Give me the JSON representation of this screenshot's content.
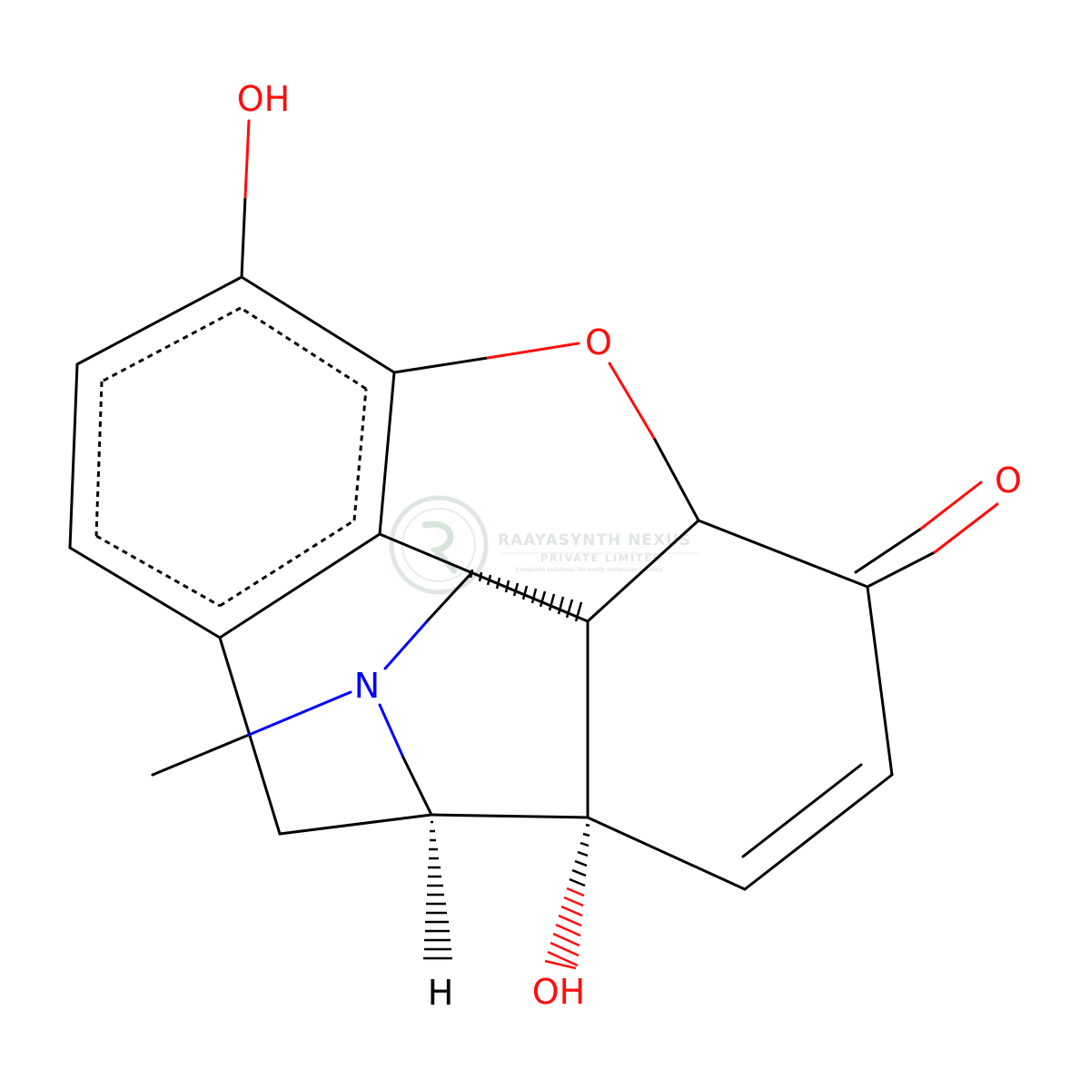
{
  "molecule": {
    "atom_labels": {
      "oh_top": "OH",
      "o_ring": "O",
      "o_ketone": "O",
      "n": "N",
      "h": "H",
      "oh_bottom": "OH"
    },
    "colors": {
      "bond": "#000000",
      "oxygen": "#ff0d0d",
      "nitrogen": "#0000ff",
      "hydrogen": "#000000"
    }
  },
  "watermark": {
    "name": "RAAYASYNTH NEXUS",
    "subtitle": "PRIVATE LIMITED",
    "tagline": "Complete solutions for every molecular journey",
    "color": "#c8d2d0"
  }
}
